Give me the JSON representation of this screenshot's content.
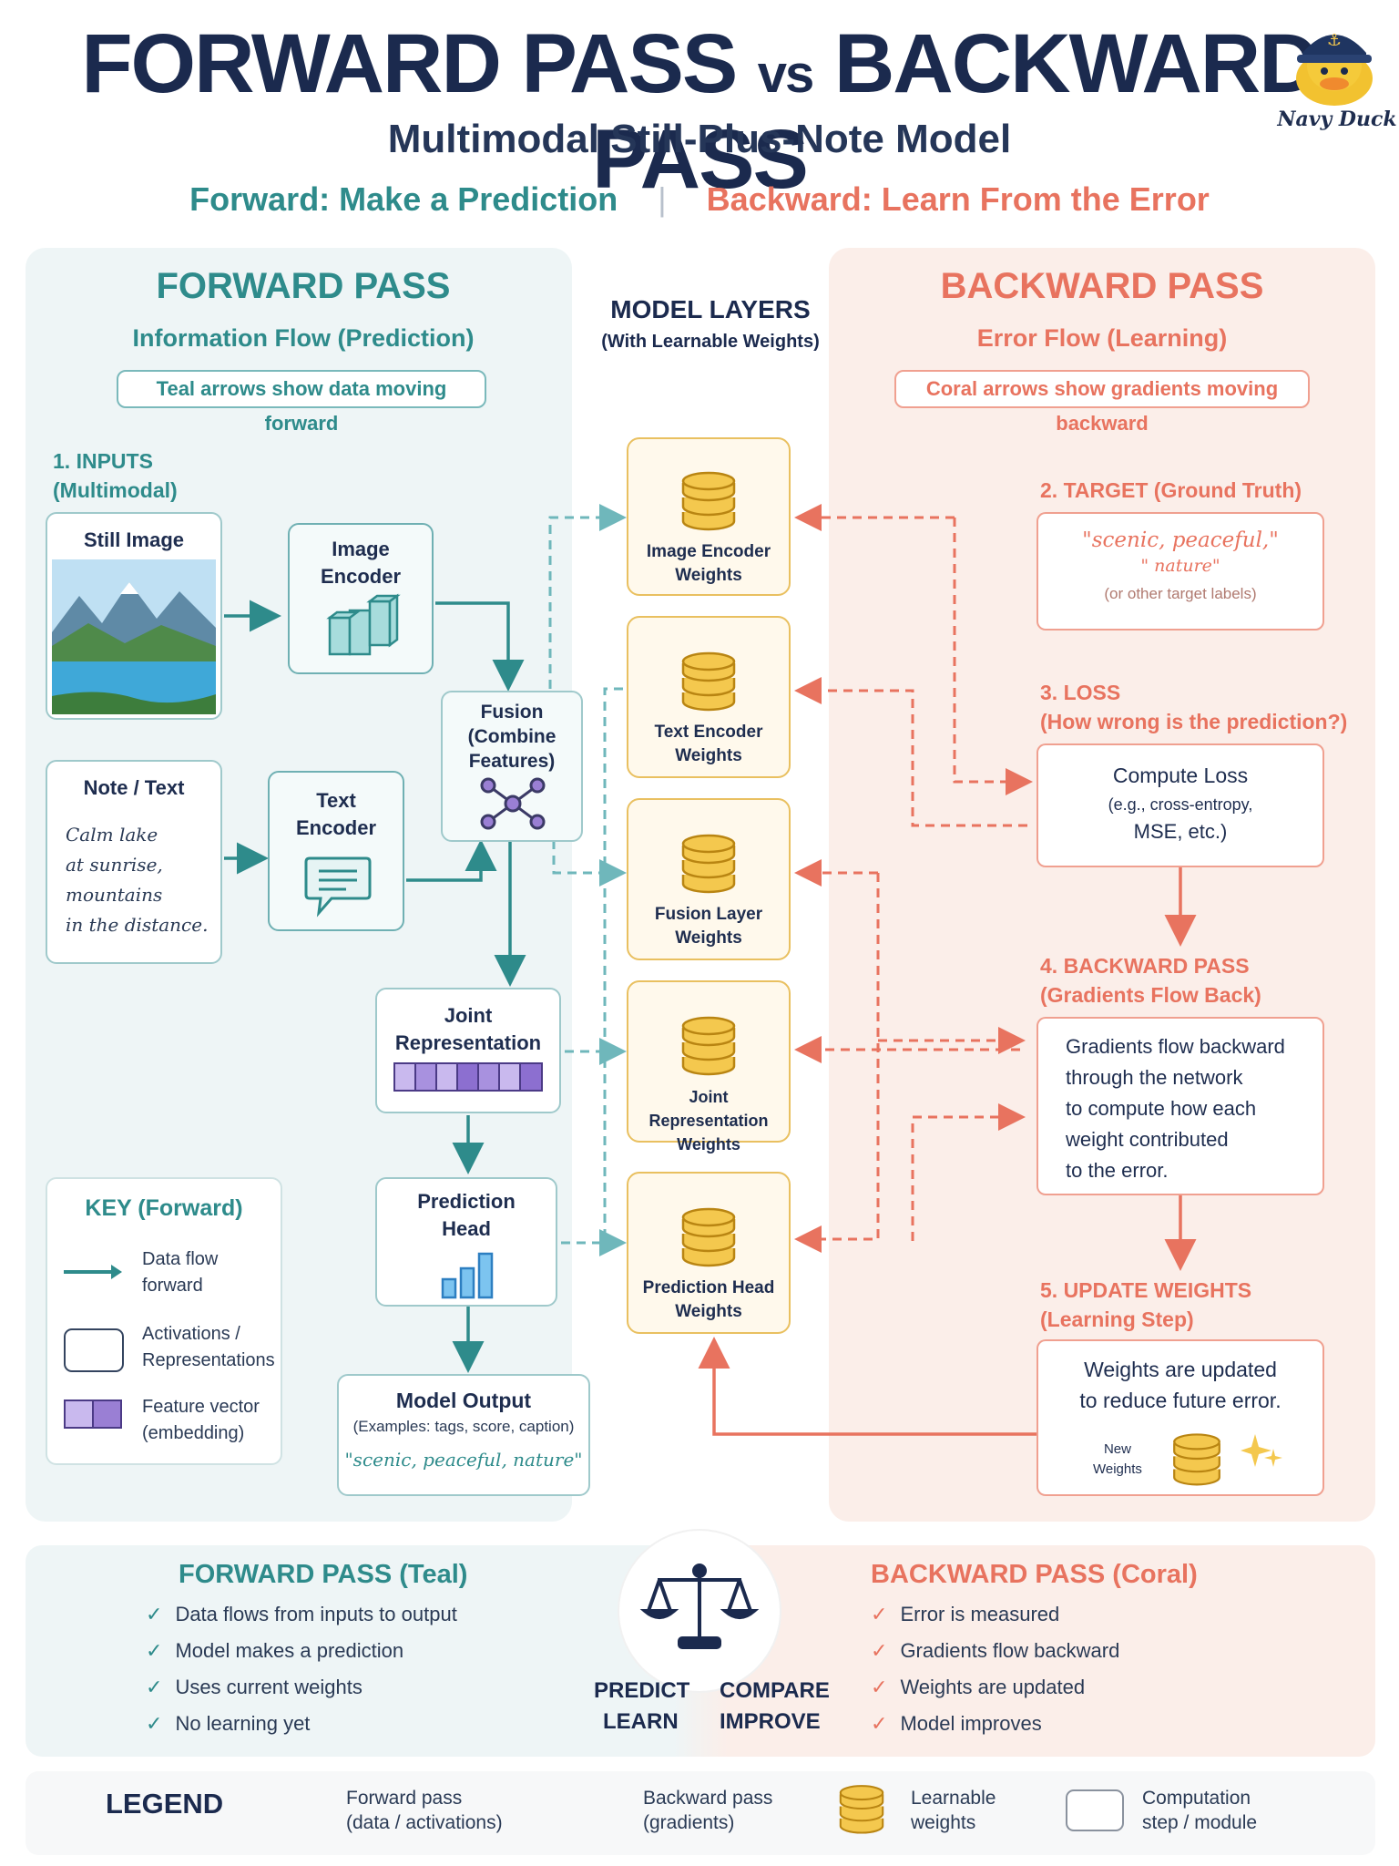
{
  "header": {
    "title_left": "FORWARD PASS",
    "title_vs": "vs",
    "title_right": "BACKWARD PASS",
    "subtitle": "Multimodal Still-Plus-Note Model",
    "forward_tagline": "Forward: Make a Prediction",
    "separator": "|",
    "backward_tagline": "Backward: Learn From the Error",
    "brand_name": "Navy Duck"
  },
  "forward_panel": {
    "title": "FORWARD PASS",
    "subtitle": "Information Flow (Prediction)",
    "note": "Teal arrows show data moving forward",
    "inputs_label_1": "1. INPUTS",
    "inputs_label_2": "(Multimodal)",
    "still_image_label": "Still Image",
    "note_text_label": "Note / Text",
    "note_text_lines": [
      "Calm lake",
      "at sunrise,",
      "mountains",
      "in the distance."
    ],
    "image_encoder": [
      "Image",
      "Encoder"
    ],
    "text_encoder": [
      "Text",
      "Encoder"
    ],
    "fusion": [
      "Fusion",
      "(Combine",
      "Features)"
    ],
    "joint_rep": [
      "Joint",
      "Representation"
    ],
    "prediction_head": [
      "Prediction",
      "Head"
    ],
    "model_output_title": "Model Output",
    "model_output_examples": "(Examples: tags, score, caption)",
    "model_output_value": "\"scenic, peaceful, nature\""
  },
  "key": {
    "title": "KEY (Forward)",
    "items": [
      {
        "label_1": "Data flow",
        "label_2": "forward"
      },
      {
        "label_1": "Activations /",
        "label_2": "Representations"
      },
      {
        "label_1": "Feature vector",
        "label_2": "(embedding)"
      }
    ]
  },
  "model_layers": {
    "title": "MODEL LAYERS",
    "subtitle": "(With Learnable Weights)",
    "weights": [
      {
        "line1": "Image Encoder",
        "line2": "Weights"
      },
      {
        "line1": "Text Encoder",
        "line2": "Weights"
      },
      {
        "line1": "Fusion Layer",
        "line2": "Weights"
      },
      {
        "line1": "Joint Representation",
        "line2": "Weights"
      },
      {
        "line1": "Prediction Head",
        "line2": "Weights"
      }
    ]
  },
  "backward_panel": {
    "title": "BACKWARD PASS",
    "subtitle": "Error Flow (Learning)",
    "note": "Coral arrows show gradients moving backward",
    "target_label": "2. TARGET (Ground Truth)",
    "target_line1": "\"scenic, peaceful,\"",
    "target_line2": "\" nature\"",
    "target_line3": "(or other target labels)",
    "loss_label_1": "3. LOSS",
    "loss_label_2": "(How wrong is the prediction?)",
    "loss_title": "Compute Loss",
    "loss_detail_1": "(e.g., cross-entropy,",
    "loss_detail_2": "MSE, etc.)",
    "backward_label_1": "4. BACKWARD PASS",
    "backward_label_2": "(Gradients Flow Back)",
    "backward_text": [
      "Gradients flow backward",
      "through the network",
      "to compute how each",
      "weight contributed",
      "to the error."
    ],
    "update_label_1": "5. UPDATE WEIGHTS",
    "update_label_2": "(Learning Step)",
    "update_text_1": "Weights are updated",
    "update_text_2": "to reduce future error.",
    "new_weights_1": "New",
    "new_weights_2": "Weights"
  },
  "summary": {
    "forward_title": "FORWARD PASS (Teal)",
    "forward_items": [
      "Data flows from inputs to output",
      "Model makes a prediction",
      "Uses current weights",
      "No learning yet"
    ],
    "backward_title": "BACKWARD PASS (Coral)",
    "backward_items": [
      "Error is measured",
      "Gradients flow backward",
      "Weights are updated",
      "Model improves"
    ],
    "cycle_1a": "PREDICT",
    "cycle_1b": "COMPARE",
    "cycle_2a": "LEARN",
    "cycle_2b": "IMPROVE"
  },
  "legend": {
    "title": "LEGEND",
    "items": [
      {
        "line1": "Forward pass",
        "line2": "(data / activations)"
      },
      {
        "line1": "Backward pass",
        "line2": "(gradients)"
      },
      {
        "line1": "Learnable",
        "line2": "weights"
      },
      {
        "line1": "Computation",
        "line2": "step / module"
      }
    ]
  },
  "colors": {
    "teal": "#2e8b8b",
    "coral": "#e8735f",
    "navy": "#1b2a4e",
    "weight_gold": "#f4c84e",
    "feature_purple": "#9a7fd4"
  }
}
